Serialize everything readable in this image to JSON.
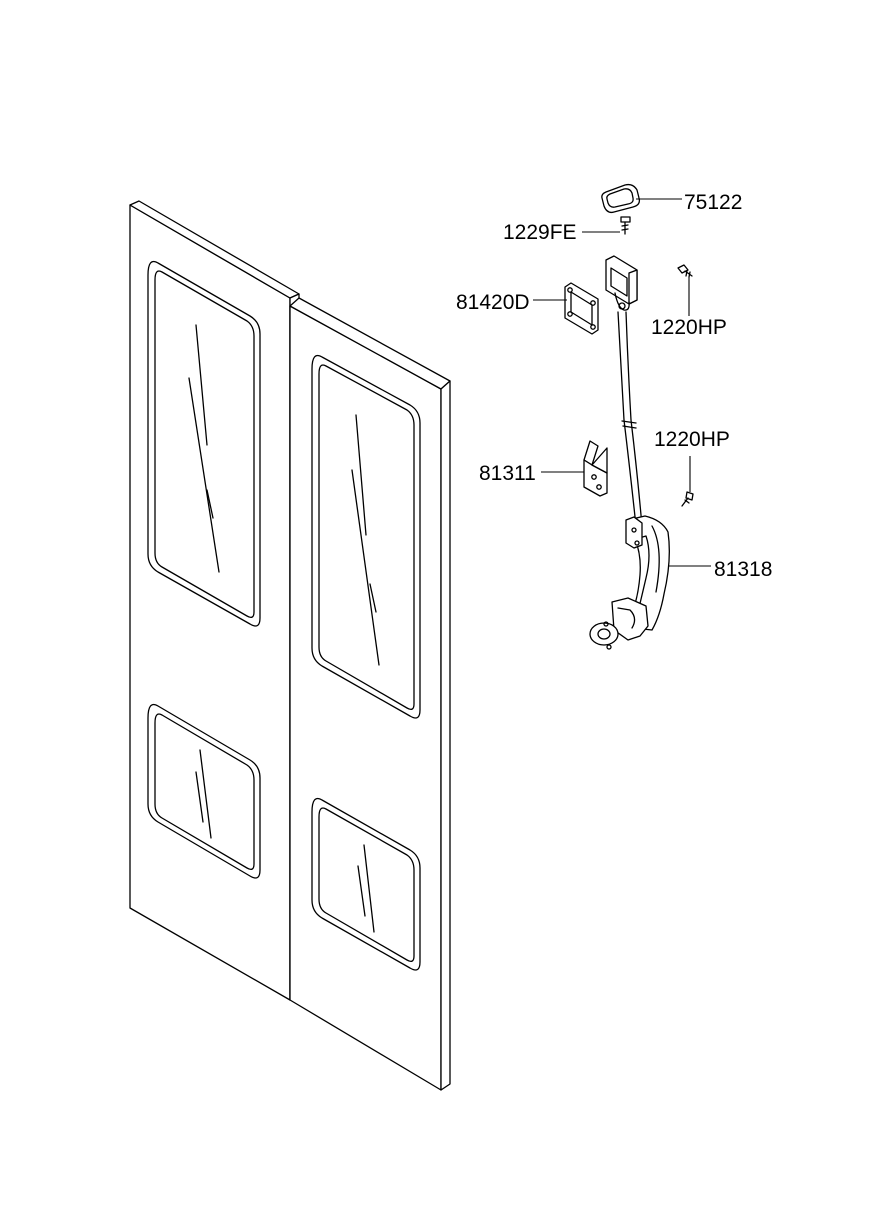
{
  "parts": [
    {
      "id": "p75122",
      "number": "75122"
    },
    {
      "id": "p1229FE",
      "number": "1229FE"
    },
    {
      "id": "p81420D",
      "number": "81420D"
    },
    {
      "id": "p1220HP_a",
      "number": "1220HP"
    },
    {
      "id": "p1220HP_b",
      "number": "1220HP"
    },
    {
      "id": "p81311",
      "number": "81311"
    },
    {
      "id": "p81318",
      "number": "81318"
    }
  ]
}
